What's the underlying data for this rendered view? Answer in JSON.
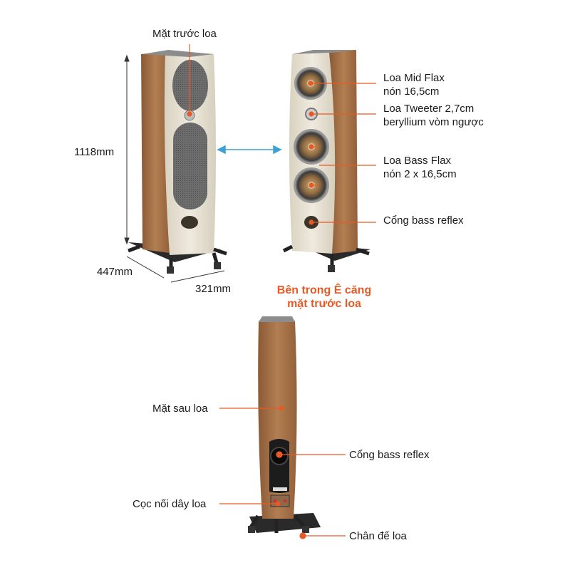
{
  "labels": {
    "front_face": "Mặt trước loa",
    "height_dim": "1118mm",
    "depth_dim": "447mm",
    "width_dim": "321mm",
    "mid_line1": "Loa Mid Flax",
    "mid_line2": "nón 16,5cm",
    "tweeter_line1": "Loa Tweeter 2,7cm",
    "tweeter_line2": "beryllium vòm ngược",
    "bass_line1": "Loa Bass Flax",
    "bass_line2": "nón 2 x 16,5cm",
    "front_port": "Cổng bass reflex",
    "inside_line1": "Bên trong Ê căng",
    "inside_line2": "mặt trước loa",
    "rear_face": "Mặt sau loa",
    "rear_port": "Cổng bass reflex",
    "terminals": "Cọc nối dây loa",
    "feet": "Chân đế loa"
  },
  "colors": {
    "accent": "#e85a25",
    "arrow": "#3aa0d6",
    "wood": "#a9744a",
    "cream": "#e7e1d2"
  }
}
